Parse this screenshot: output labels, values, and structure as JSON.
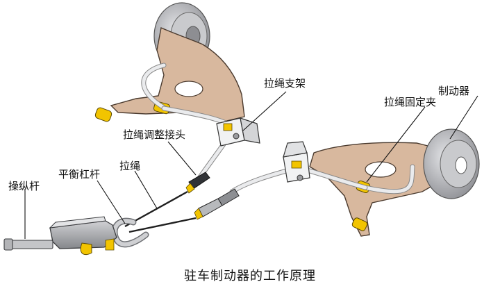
{
  "labels": {
    "cable_bracket": "拉绳支架",
    "cable_adjuster": "拉绳调整接头",
    "cable": "拉绳",
    "equalizer_lever": "平衡杠杆",
    "control_lever": "操纵杆",
    "brake": "制动器",
    "cable_clamp": "拉绳固定夹"
  },
  "caption": "驻车制动器的工作原理",
  "colors": {
    "bracket_fill": "#d8b89e",
    "drum_fill": "#b8b9bd",
    "sheath": "#e9eaec",
    "clip_yellow": "#f2c400",
    "lever_gray": "#a6a8ab",
    "cable": "#222222"
  }
}
